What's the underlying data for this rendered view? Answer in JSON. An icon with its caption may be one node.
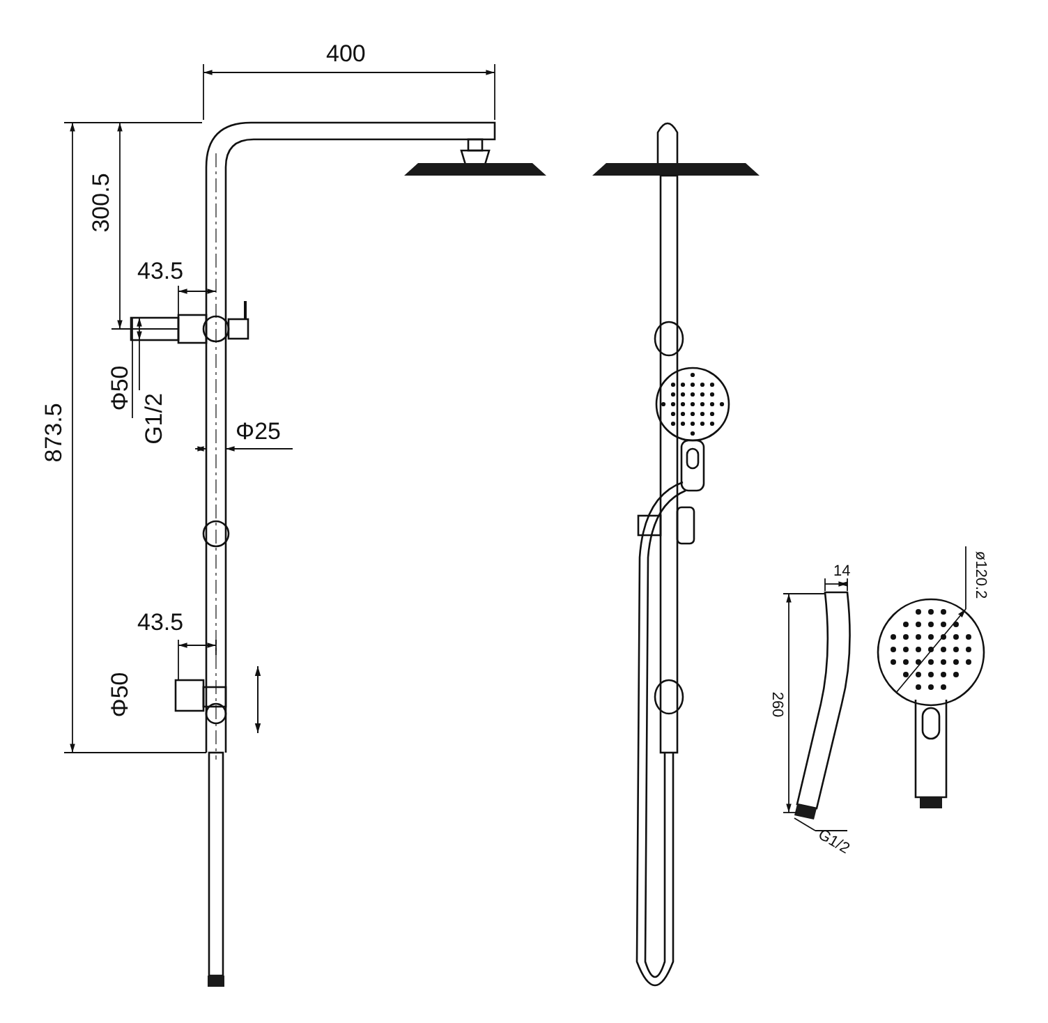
{
  "diagram": {
    "labels": [
      "400",
      "300.5",
      "43.5",
      "Φ50",
      "G1/2",
      "Φ25",
      "873.5",
      "43.5",
      "Φ50",
      "14",
      "ø120.2",
      "260",
      "G1/2"
    ]
  }
}
